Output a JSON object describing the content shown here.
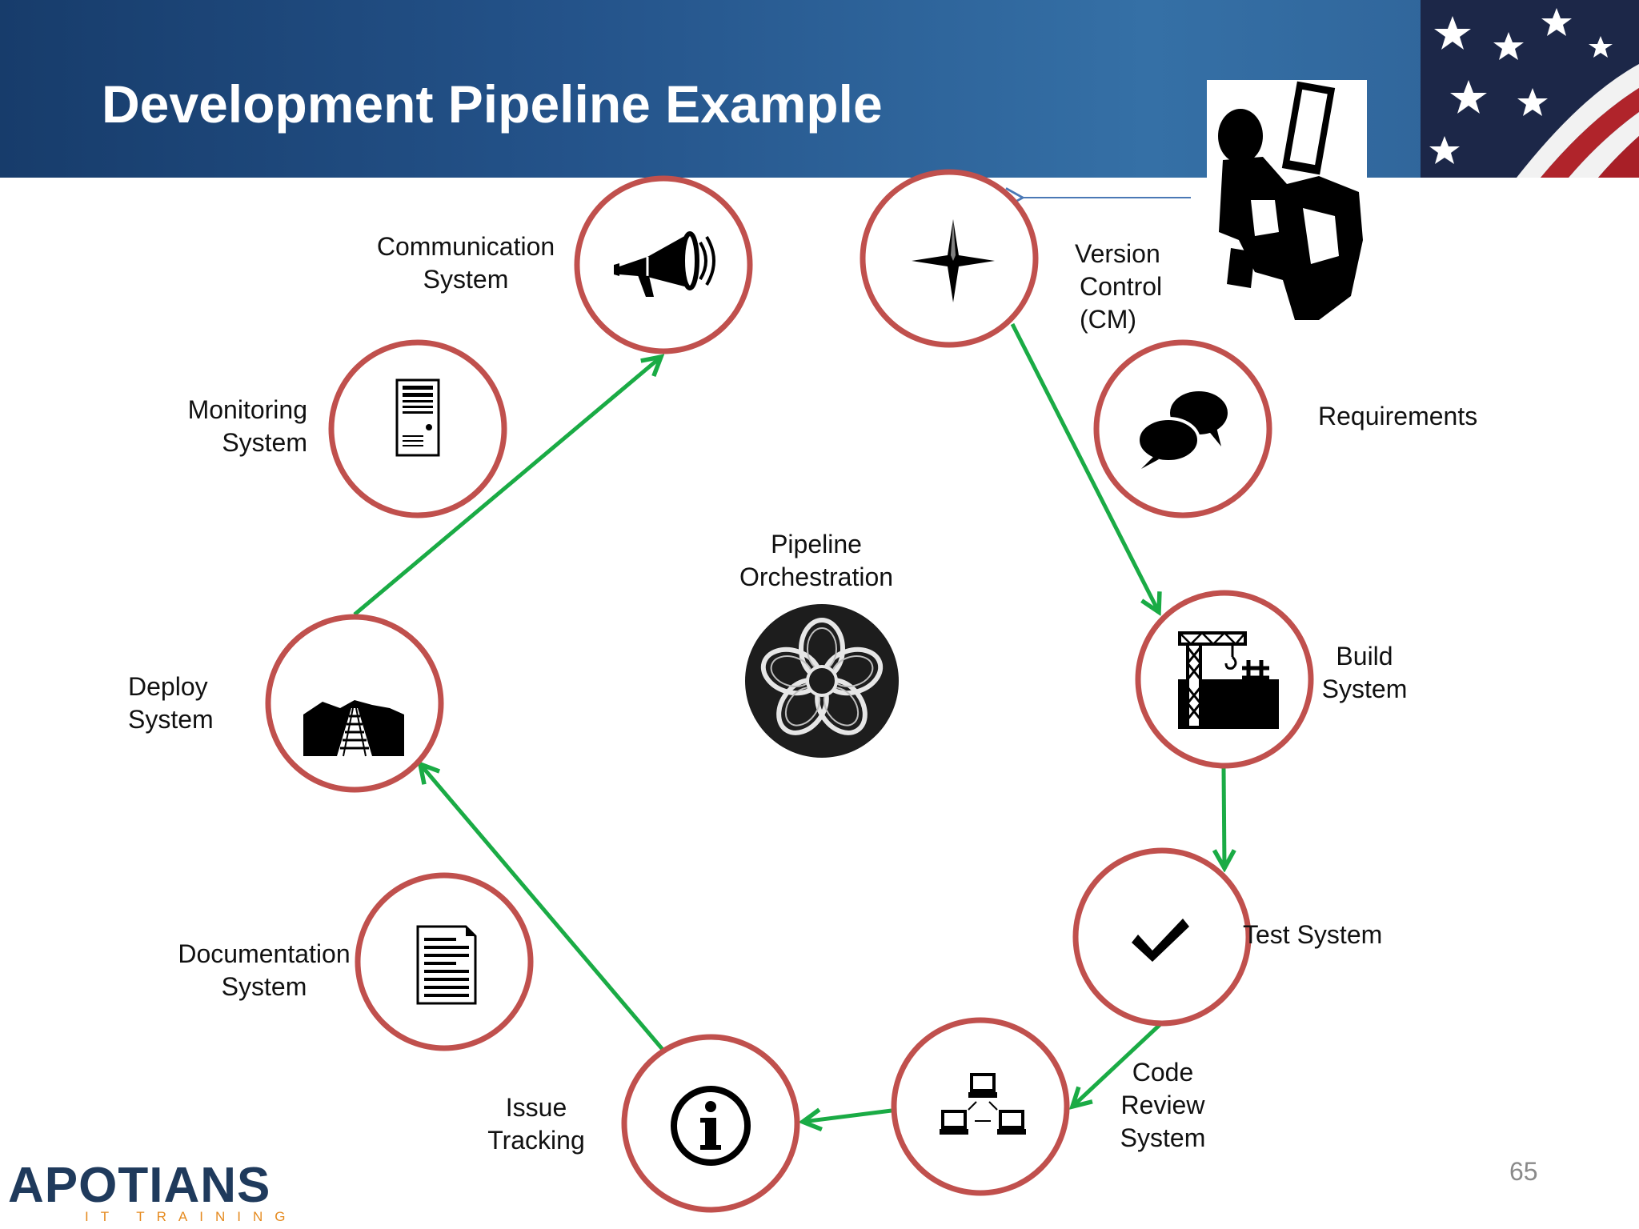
{
  "slide": {
    "title": "Development Pipeline Example",
    "page_number": "65"
  },
  "colors": {
    "header": "#24538a",
    "circle_stroke": "#c0504d",
    "arrow": "#1aab45",
    "thin_arrow": "#4a78b5"
  },
  "nodes": {
    "communication": {
      "line1": "Communication",
      "line2": "System",
      "icon": "megaphone-icon"
    },
    "version_control": {
      "line1": "Version",
      "line2": "Control",
      "line3": "(CM)",
      "icon": "compass-star-icon"
    },
    "requirements": {
      "label": "Requirements",
      "icon": "speech-bubbles-icon"
    },
    "monitoring": {
      "line1": "Monitoring",
      "line2": "System",
      "icon": "server-icon"
    },
    "orchestration": {
      "line1": "Pipeline",
      "line2": "Orchestration",
      "icon": "orchestration-knot-icon"
    },
    "build": {
      "line1": "Build",
      "line2": "System",
      "icon": "factory-crane-icon"
    },
    "deploy": {
      "line1": "Deploy",
      "line2": "System",
      "icon": "railroad-track-icon"
    },
    "test": {
      "label": "Test System",
      "icon": "checkmark-icon"
    },
    "documentation": {
      "line1": "Documentation",
      "line2": "System",
      "icon": "document-icon"
    },
    "code_review": {
      "line1": "Code",
      "line2": "Review",
      "line3": "System",
      "icon": "network-computers-icon"
    },
    "issue_tracking": {
      "line1": "Issue",
      "line2": "Tracking",
      "icon": "info-icon"
    }
  },
  "logo": {
    "name": "APOTIANS",
    "tagline": "IT TRAINING"
  }
}
